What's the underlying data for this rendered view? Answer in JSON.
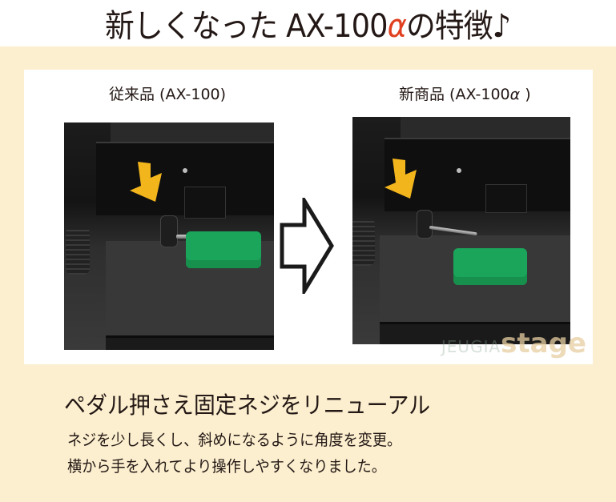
{
  "headline": {
    "prefix": "新しくなった AX-100",
    "alpha": "α",
    "suffix": "の特徴♪"
  },
  "comparison": {
    "old": {
      "label": "従来品 (AX-100)"
    },
    "new": {
      "label_prefix": "新商品 (AX-100",
      "label_alpha": "α",
      "label_suffix": " )"
    },
    "arrow_icon": "right-outline-arrow"
  },
  "watermark": {
    "part1": "JEUGIA",
    "part2": "stage"
  },
  "feature": {
    "title": "ペダル押さえ固定ネジをリニューアル",
    "body_lines": [
      "ネジを少し長くし、斜めになるように角度を変更。",
      "横から手を入れてより操作しやすくなりました。"
    ]
  },
  "colors": {
    "panel": "#fcefcf",
    "accent_alpha": "#e0401f",
    "indicator_arrow": "#f3b51c",
    "pedal": "#1aa55a",
    "text": "#231815"
  }
}
